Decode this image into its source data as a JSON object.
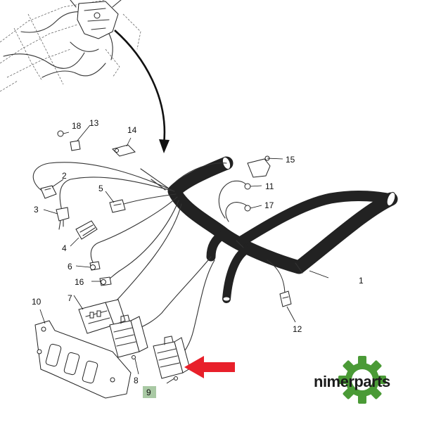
{
  "callouts": [
    {
      "id": "1",
      "text": "1"
    },
    {
      "id": "2",
      "text": "2"
    },
    {
      "id": "3",
      "text": "3"
    },
    {
      "id": "4",
      "text": "4"
    },
    {
      "id": "5",
      "text": "5"
    },
    {
      "id": "6",
      "text": "6"
    },
    {
      "id": "7",
      "text": "7"
    },
    {
      "id": "8",
      "text": "8"
    },
    {
      "id": "9",
      "text": "9"
    },
    {
      "id": "10",
      "text": "10"
    },
    {
      "id": "11",
      "text": "11"
    },
    {
      "id": "12",
      "text": "12"
    },
    {
      "id": "13",
      "text": "13"
    },
    {
      "id": "14",
      "text": "14"
    },
    {
      "id": "15",
      "text": "15"
    },
    {
      "id": "16",
      "text": "16"
    },
    {
      "id": "17",
      "text": "17"
    },
    {
      "id": "18",
      "text": "18"
    }
  ],
  "highlighted_part": "9",
  "brand": {
    "name": "nimerparts"
  },
  "colors": {
    "arrow": "#e8202a",
    "highlight": "#a9c9a4",
    "gear": "#4a9a36",
    "line": "#222222"
  },
  "icons": [
    "gear-logo-icon",
    "red-arrow-icon",
    "curved-arrow-icon"
  ]
}
